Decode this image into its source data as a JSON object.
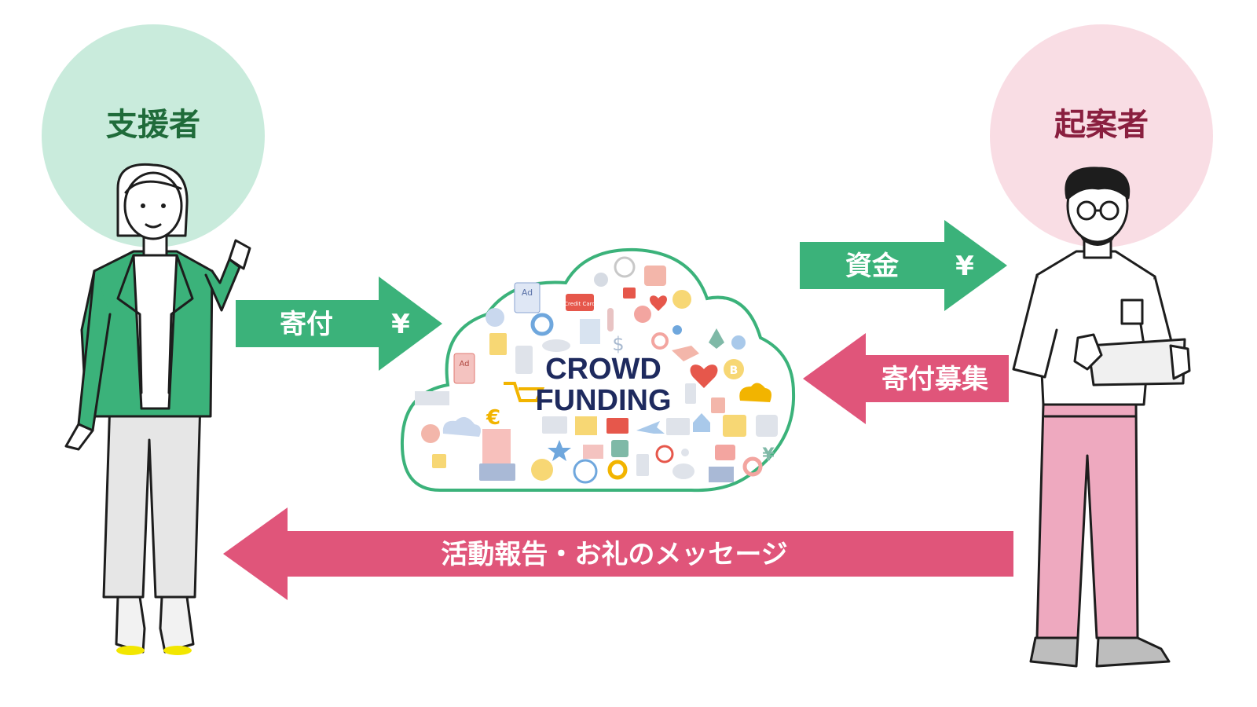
{
  "roles": {
    "supporter": {
      "label": "支援者",
      "circle_color": "#c9ebdc",
      "text_color": "#1f6b3a"
    },
    "founder": {
      "label": "起案者",
      "circle_color": "#f9dde4",
      "text_color": "#8a1f3f"
    }
  },
  "arrows": {
    "donation": {
      "label": "寄付",
      "symbol": "¥",
      "color": "#3bb27a"
    },
    "funds": {
      "label": "資金",
      "symbol": "¥",
      "color": "#3bb27a"
    },
    "donation_call": {
      "label": "寄付募集",
      "color": "#e0557a"
    },
    "report": {
      "label": "活動報告・お礼のメッセージ",
      "color": "#e0557a"
    }
  },
  "cloud": {
    "title_line1": "CROWD",
    "title_line2": "FUNDING",
    "icon_labels": {
      "ad_1": "Ad",
      "ad_2": "Ad",
      "credit_card": "Credit Card",
      "dollar": "$",
      "euro": "€",
      "bitcoin": "B",
      "yen": "¥"
    },
    "border_color": "#3bb27a"
  }
}
